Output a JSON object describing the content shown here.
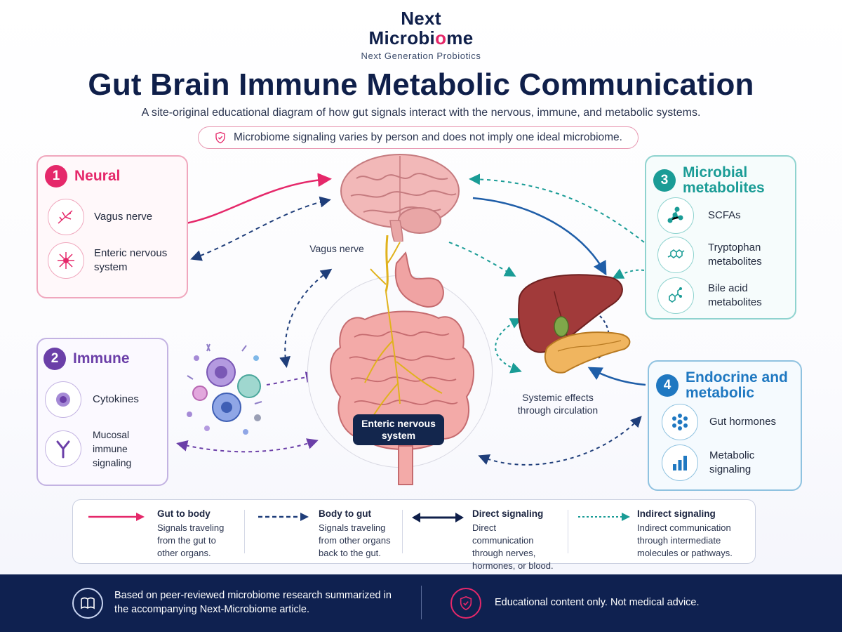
{
  "brand": {
    "line1": "Next",
    "line2_pre": "Microbi",
    "line2_o": "o",
    "line2_post": "me",
    "tagline": "Next Generation Probiotics"
  },
  "title": "Gut Brain Immune Metabolic Communication",
  "subtitle": "A site-original educational diagram of how gut signals interact with the nervous, immune, and metabolic systems.",
  "notice": {
    "text": "Microbiome signaling varies by person and does not imply one ideal microbiome.",
    "icon": "shield-icon"
  },
  "panels": {
    "neural": {
      "number": "1",
      "title": "Neural",
      "color": "#e5286a",
      "items": [
        {
          "label": "Vagus nerve",
          "icon": "nerve-icon"
        },
        {
          "label": "Enteric nervous system",
          "icon": "neuron-icon"
        }
      ]
    },
    "immune": {
      "number": "2",
      "title": "Immune",
      "color": "#6b3fa8",
      "items": [
        {
          "label": "Cytokines",
          "icon": "cytokine-icon"
        },
        {
          "label": "Mucosal immune signaling",
          "icon": "antibody-icon"
        }
      ]
    },
    "microbial": {
      "number": "3",
      "title": "Microbial metabolites",
      "title_line1": "Microbial",
      "title_line2": "metabolites",
      "color": "#1a9c96",
      "items": [
        {
          "label": "SCFAs",
          "icon": "molecule-icon"
        },
        {
          "label": "Tryptophan metabolites",
          "icon": "hexagon-molecule-icon"
        },
        {
          "label": "Bile acid metabolites",
          "icon": "bile-molecule-icon"
        }
      ]
    },
    "endocrine": {
      "number": "4",
      "title": "Endocrine and metabolic",
      "title_line1": "Endocrine and",
      "title_line2": "metabolic",
      "color": "#1f78c1",
      "items": [
        {
          "label": "Gut hormones",
          "icon": "hormone-dots-icon"
        },
        {
          "label": "Metabolic signaling",
          "icon": "bar-chart-icon"
        }
      ]
    }
  },
  "center": {
    "vagus_label": "Vagus nerve",
    "ens_label": "Enteric nervous system",
    "systemic_label": "Systemic effects through circulation"
  },
  "legend": [
    {
      "title": "Gut to body",
      "desc": "Signals traveling from the gut to other organs.",
      "style": "solid-arrow",
      "color": "#e5286a"
    },
    {
      "title": "Body to gut",
      "desc": "Signals traveling from other organs back to the gut.",
      "style": "dashed-arrow",
      "color": "#1f3e7a"
    },
    {
      "title": "Direct signaling",
      "desc": "Direct communication through nerves, hormones, or blood.",
      "style": "double-arrow",
      "color": "#0f1f4a"
    },
    {
      "title": "Indirect signaling",
      "desc": "Indirect communication through intermediate molecules or pathways.",
      "style": "dotted-arrow",
      "color": "#1a9c96"
    }
  ],
  "footer": {
    "left": {
      "text": "Based on peer-reviewed microbiome research summarized in the accompanying Next-Microbiome article.",
      "icon": "book-icon"
    },
    "right": {
      "text": "Educational content only. Not medical advice.",
      "icon": "shield-icon"
    }
  }
}
